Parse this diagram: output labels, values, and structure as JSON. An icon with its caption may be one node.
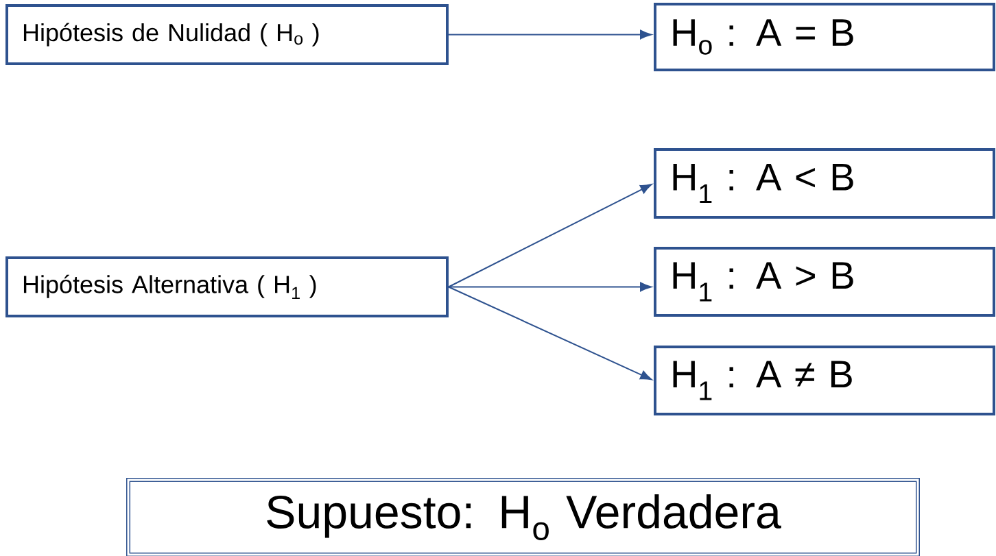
{
  "diagram": {
    "nodes": [
      {
        "text": [
          "Hipótesis de Nulidad  ( H$_{o}$ )"
        ]
      },
      {
        "text": [
          "H$_{o}$ : A = B"
        ]
      },
      {
        "text": [
          "Hipótesis Alternativa  ( H$_{1}$ )"
        ]
      },
      {
        "text": [
          "H$_{1}$ : A < B"
        ]
      },
      {
        "text": [
          "H$_{1}$ : A > B"
        ]
      },
      {
        "text": [
          "H$_{1}$ : A ≠ B"
        ]
      },
      {
        "text": [
          "Supuesto:  H$_{o}$ Verdadera"
        ]
      }
    ],
    "edges": [
      {
        "from": 0,
        "to": 1,
        "arrow": "to"
      },
      {
        "from": 2,
        "to": 3,
        "arrow": "to"
      },
      {
        "from": 2,
        "to": 4,
        "arrow": "to"
      },
      {
        "from": 2,
        "to": 5,
        "arrow": "to"
      }
    ]
  }
}
